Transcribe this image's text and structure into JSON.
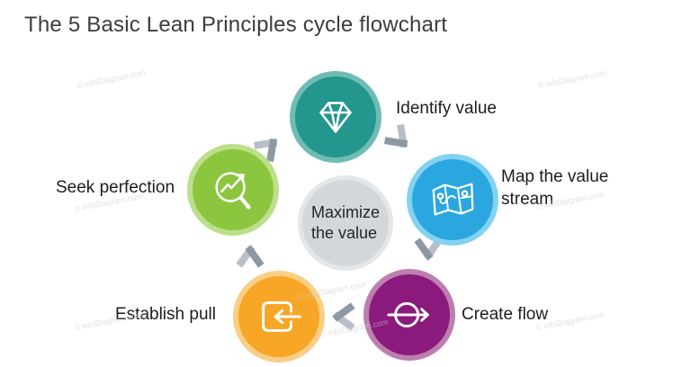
{
  "title": "The 5 Basic Lean Principles cycle flowchart",
  "center": {
    "label": "Maximize\nthe value",
    "fill": "#D3D7DB",
    "ring": "#E4E7EA"
  },
  "nodes": [
    {
      "id": "identify-value",
      "label": "Identify value",
      "icon": "diamond-icon",
      "fill": "#23968D",
      "ring": "#6FBCB5"
    },
    {
      "id": "map-the-value-stream",
      "label": "Map the value stream",
      "icon": "map-icon",
      "fill": "#2BA7E0",
      "ring": "#83D2F1"
    },
    {
      "id": "create-flow",
      "label": "Create flow",
      "icon": "flow-arrow-circle-icon",
      "fill": "#8B1A7D",
      "ring": "#BC7FB0"
    },
    {
      "id": "establish-pull",
      "label": "Establish pull",
      "icon": "pull-box-arrow-icon",
      "fill": "#F7A626",
      "ring": "#FACF85"
    },
    {
      "id": "seek-perfection",
      "label": "Seek perfection",
      "icon": "magnifier-growth-icon",
      "fill": "#8CC63F",
      "ring": "#BCDF8B"
    }
  ],
  "chevron": {
    "light": "#B8BFC8",
    "dark": "#8E98A3"
  },
  "watermark": {
    "text": "© infoDiagram.com",
    "color": "#C9CDD2"
  }
}
